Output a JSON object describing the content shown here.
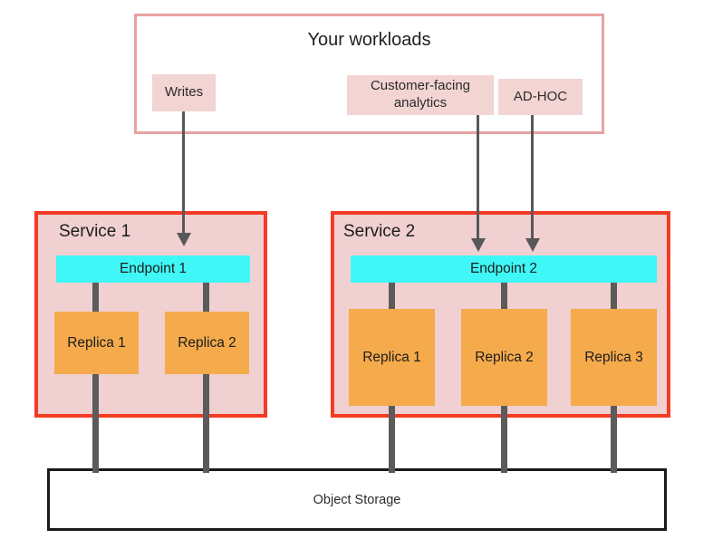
{
  "workloads": {
    "title": "Your workloads",
    "items": [
      {
        "label": "Writes"
      },
      {
        "label": "Customer-facing analytics"
      },
      {
        "label": "AD-HOC"
      }
    ]
  },
  "services": [
    {
      "name": "Service 1",
      "endpoint": "Endpoint 1",
      "replicas": [
        "Replica 1",
        "Replica 2"
      ]
    },
    {
      "name": "Service 2",
      "endpoint": "Endpoint 2",
      "replicas": [
        "Replica 1",
        "Replica 2",
        "Replica 3"
      ]
    }
  ],
  "storage": {
    "label": "Object Storage"
  },
  "colors": {
    "workloads_border": "#e9a2a2",
    "chip_fill": "#f2d4d3",
    "service_border": "#f43b24",
    "service_fill": "#f0d0d0",
    "endpoint_fill": "#40f7f7",
    "replica_fill": "#f5ab4c",
    "connector": "#5b5b5b",
    "arrow": "#58585a",
    "storage_border": "#1a1a1a"
  }
}
